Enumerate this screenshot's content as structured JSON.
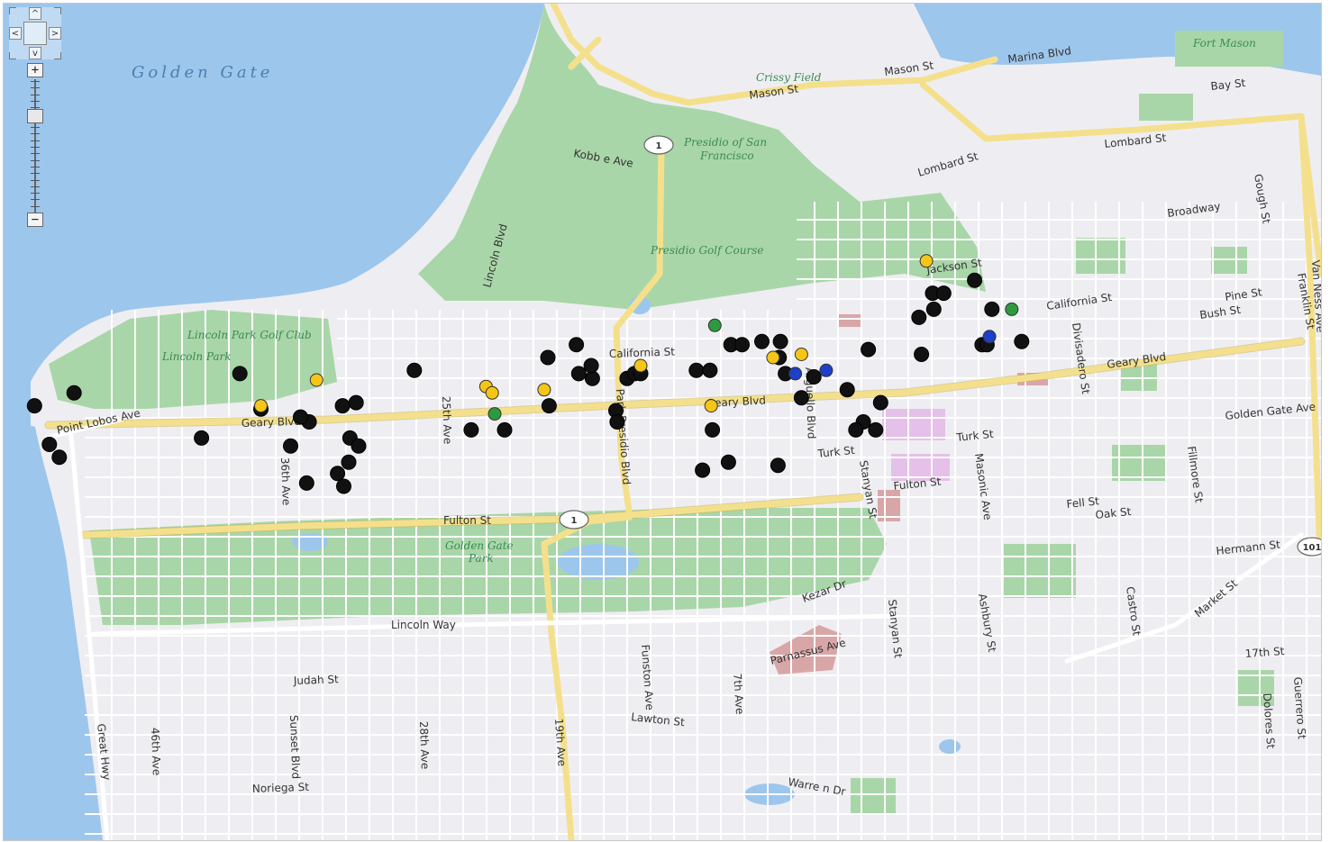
{
  "map": {
    "water_label": "Golden Gate",
    "park_labels": [
      "Crissy Field",
      "Presidio of San",
      "Francisco",
      "Presidio Golf Course",
      "Lincoln Park Golf Club",
      "Lincoln Park",
      "Golden Gate",
      "Park",
      "Fort Mason"
    ],
    "street_labels": [
      "Mason St",
      "Mason St",
      "Marina Blvd",
      "Bay St",
      "Lombard St",
      "Lombard St",
      "Kobb e Ave",
      "Broadway",
      "Gough St",
      "Jackson St",
      "California St",
      "Pine St",
      "Bush St",
      "Franklin St",
      "Geary Blvd",
      "Geary Blvd",
      "Geary Blvd",
      "Golden Gate Ave",
      "Divisadero St",
      "Turk St",
      "Turk St",
      "Fulton St",
      "Fulton St",
      "Fell St",
      "Oak St",
      "Masonic Ave",
      "Arguello Blvd",
      "Stanyan St",
      "Fillmore St",
      "Point Lobos Ave",
      "25th Ave",
      "36th Ave",
      "Lincoln Blvd",
      "Park Presidio Blvd",
      "California St",
      "Hermann St",
      "Market St",
      "Castro St",
      "Kezar Dr",
      "Stanyan St",
      "Ashbury St",
      "Parnassus Ave",
      "17th St",
      "Lincoln Way",
      "Judah St",
      "Funston Ave",
      "7th Ave",
      "Lawton St",
      "Great Hwy",
      "46th Ave",
      "Sunset Blvd",
      "28th Ave",
      "19th Ave",
      "Noriega St",
      "Warre n Dr",
      "Dolores St",
      "Guerrero St",
      "Van Ness Ave"
    ],
    "shields": [
      "1",
      "1",
      "101"
    ],
    "colors": {
      "water": "#9dc6ec",
      "land": "#eeeef2",
      "park": "#a9d6a8",
      "major_road": "#f4e08c",
      "pink": "#d9a6a8",
      "lavender": "#e5c0e8"
    },
    "markers": [
      {
        "color": "black",
        "lng": -122.511,
        "lat": 37.781
      },
      {
        "color": "black",
        "lng": -122.5078,
        "lat": 37.7818
      },
      {
        "color": "black",
        "lng": -122.4944,
        "lat": 37.783
      },
      {
        "color": "black",
        "lng": -122.4927,
        "lat": 37.7808
      },
      {
        "color": "black",
        "lng": -122.4861,
        "lat": 37.781
      },
      {
        "color": "black",
        "lng": -122.4803,
        "lat": 37.7832
      },
      {
        "color": "black",
        "lng": -122.4695,
        "lat": 37.784
      },
      {
        "color": "black",
        "lng": -122.4672,
        "lat": 37.7848
      },
      {
        "color": "black",
        "lng": -122.4659,
        "lat": 37.7827
      },
      {
        "color": "black",
        "lng": -122.4631,
        "lat": 37.7827
      },
      {
        "color": "black",
        "lng": -122.4625,
        "lat": 37.783
      },
      {
        "color": "black",
        "lng": -122.4575,
        "lat": 37.7832
      },
      {
        "color": "black",
        "lng": -122.4564,
        "lat": 37.7832
      },
      {
        "color": "black",
        "lng": -122.4547,
        "lat": 37.7848
      },
      {
        "color": "black",
        "lng": -122.4538,
        "lat": 37.7848
      },
      {
        "color": "black",
        "lng": -122.4522,
        "lat": 37.785
      },
      {
        "color": "black",
        "lng": -122.4507,
        "lat": 37.785
      },
      {
        "color": "black",
        "lng": -122.4508,
        "lat": 37.784
      },
      {
        "color": "black",
        "lng": -122.4503,
        "lat": 37.783
      },
      {
        "color": "black",
        "lng": -122.448,
        "lat": 37.7828
      },
      {
        "color": "black",
        "lng": -122.4453,
        "lat": 37.782
      },
      {
        "color": "black",
        "lng": -122.4436,
        "lat": 37.7845
      },
      {
        "color": "black",
        "lng": -122.4426,
        "lat": 37.7812
      },
      {
        "color": "black",
        "lng": -122.4384,
        "lat": 37.788
      },
      {
        "color": "black",
        "lng": -122.4375,
        "lat": 37.788
      },
      {
        "color": "black",
        "lng": -122.4395,
        "lat": 37.7865
      },
      {
        "color": "black",
        "lng": -122.4393,
        "lat": 37.7842
      },
      {
        "color": "black",
        "lng": -122.435,
        "lat": 37.7888
      },
      {
        "color": "black",
        "lng": -122.4336,
        "lat": 37.787
      },
      {
        "color": "black",
        "lng": -122.4344,
        "lat": 37.7848
      },
      {
        "color": "black",
        "lng": -122.434,
        "lat": 37.7848
      },
      {
        "color": "black",
        "lng": -122.4312,
        "lat": 37.785
      },
      {
        "color": "black",
        "lng": -122.449,
        "lat": 37.7815
      },
      {
        "color": "black",
        "lng": -122.444,
        "lat": 37.78
      },
      {
        "color": "black",
        "lng": -122.4446,
        "lat": 37.7795
      },
      {
        "color": "black",
        "lng": -122.464,
        "lat": 37.7807
      },
      {
        "color": "black",
        "lng": -122.4639,
        "lat": 37.78
      },
      {
        "color": "black",
        "lng": -122.4549,
        "lat": 37.7775
      },
      {
        "color": "black",
        "lng": -122.4509,
        "lat": 37.7773
      },
      {
        "color": "black",
        "lng": -122.457,
        "lat": 37.777
      },
      {
        "color": "black",
        "lng": -122.4694,
        "lat": 37.781
      },
      {
        "color": "black",
        "lng": -122.467,
        "lat": 37.783
      },
      {
        "color": "black",
        "lng": -122.466,
        "lat": 37.7835
      },
      {
        "color": "black",
        "lng": -122.462,
        "lat": 37.783
      },
      {
        "color": "black",
        "lng": -122.4855,
        "lat": 37.779
      },
      {
        "color": "black",
        "lng": -122.4848,
        "lat": 37.7785
      },
      {
        "color": "black",
        "lng": -122.4856,
        "lat": 37.7775
      },
      {
        "color": "black",
        "lng": -122.4865,
        "lat": 37.7768
      },
      {
        "color": "black",
        "lng": -122.486,
        "lat": 37.776
      },
      {
        "color": "black",
        "lng": -122.4888,
        "lat": 37.78
      },
      {
        "color": "black",
        "lng": -122.4895,
        "lat": 37.7803
      },
      {
        "color": "black",
        "lng": -122.4903,
        "lat": 37.7785
      },
      {
        "color": "black",
        "lng": -122.489,
        "lat": 37.7762
      },
      {
        "color": "black",
        "lng": -122.5098,
        "lat": 37.7786
      },
      {
        "color": "black",
        "lng": -122.509,
        "lat": 37.7778
      },
      {
        "color": "black",
        "lng": -122.4975,
        "lat": 37.779
      },
      {
        "color": "black",
        "lng": -122.473,
        "lat": 37.7795
      },
      {
        "color": "black",
        "lng": -122.4757,
        "lat": 37.7795
      },
      {
        "color": "black",
        "lng": -122.485,
        "lat": 37.7812
      },
      {
        "color": "black",
        "lng": -122.4562,
        "lat": 37.7795
      },
      {
        "color": "black",
        "lng": -122.443,
        "lat": 37.7795
      },
      {
        "color": "black",
        "lng": -122.4383,
        "lat": 37.787
      },
      {
        "color": "yellow",
        "lng": -122.4882,
        "lat": 37.7826
      },
      {
        "color": "yellow",
        "lng": -122.4745,
        "lat": 37.7822
      },
      {
        "color": "yellow",
        "lng": -122.474,
        "lat": 37.7818
      },
      {
        "color": "yellow",
        "lng": -122.4698,
        "lat": 37.782
      },
      {
        "color": "yellow",
        "lng": -122.462,
        "lat": 37.7835
      },
      {
        "color": "yellow",
        "lng": -122.4563,
        "lat": 37.781
      },
      {
        "color": "yellow",
        "lng": -122.4513,
        "lat": 37.784
      },
      {
        "color": "yellow",
        "lng": -122.449,
        "lat": 37.7842
      },
      {
        "color": "yellow",
        "lng": -122.4389,
        "lat": 37.79
      },
      {
        "color": "yellow",
        "lng": -122.4927,
        "lat": 37.781
      },
      {
        "color": "green",
        "lng": -122.456,
        "lat": 37.786
      },
      {
        "color": "green",
        "lng": -122.4738,
        "lat": 37.7805
      },
      {
        "color": "green",
        "lng": -122.432,
        "lat": 37.787
      },
      {
        "color": "blue",
        "lng": -122.4495,
        "lat": 37.783
      },
      {
        "color": "blue",
        "lng": -122.447,
        "lat": 37.7832
      },
      {
        "color": "blue",
        "lng": -122.4338,
        "lat": 37.7853
      }
    ]
  },
  "controls": {
    "pan": {
      "up": "^",
      "down": "v",
      "left": "<",
      "right": ">"
    },
    "zoom": {
      "in": "+",
      "out": "−",
      "level": 0.75
    }
  }
}
